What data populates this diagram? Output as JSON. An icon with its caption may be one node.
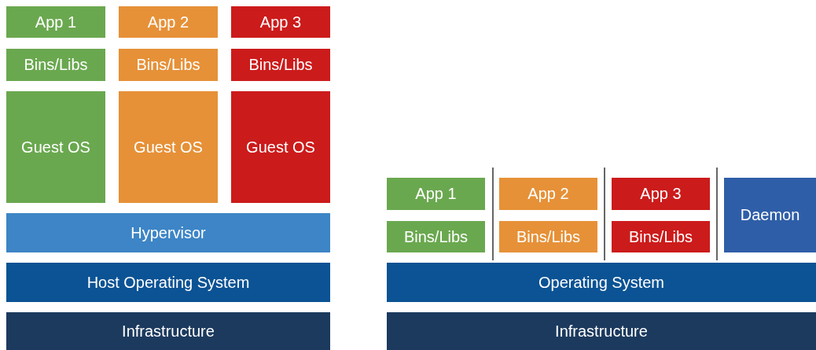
{
  "diagram": {
    "nodes": [
      {
        "text": [
          "App 1"
        ]
      },
      {
        "text": [
          "App 2"
        ]
      },
      {
        "text": [
          "App 3"
        ]
      },
      {
        "text": [
          "Bins/Libs"
        ]
      },
      {
        "text": [
          "Bins/Libs"
        ]
      },
      {
        "text": [
          "Bins/Libs"
        ]
      },
      {
        "text": [
          "Guest OS"
        ]
      },
      {
        "text": [
          "Guest OS"
        ]
      },
      {
        "text": [
          "Guest OS"
        ]
      },
      {
        "text": [
          "Hypervisor"
        ]
      },
      {
        "text": [
          "Host Operating System"
        ]
      },
      {
        "text": [
          "Infrastructure"
        ]
      },
      {
        "text": [
          "App 1"
        ]
      },
      {
        "text": [
          "App 2"
        ]
      },
      {
        "text": [
          "App 3"
        ]
      },
      {
        "text": [
          "Daemon"
        ]
      },
      {
        "text": [
          "Bins/Libs"
        ]
      },
      {
        "text": [
          "Bins/Libs"
        ]
      },
      {
        "text": [
          "Bins/Libs"
        ]
      },
      {
        "text": [
          "Operating System"
        ]
      },
      {
        "text": [
          "Infrastructure"
        ]
      }
    ]
  }
}
